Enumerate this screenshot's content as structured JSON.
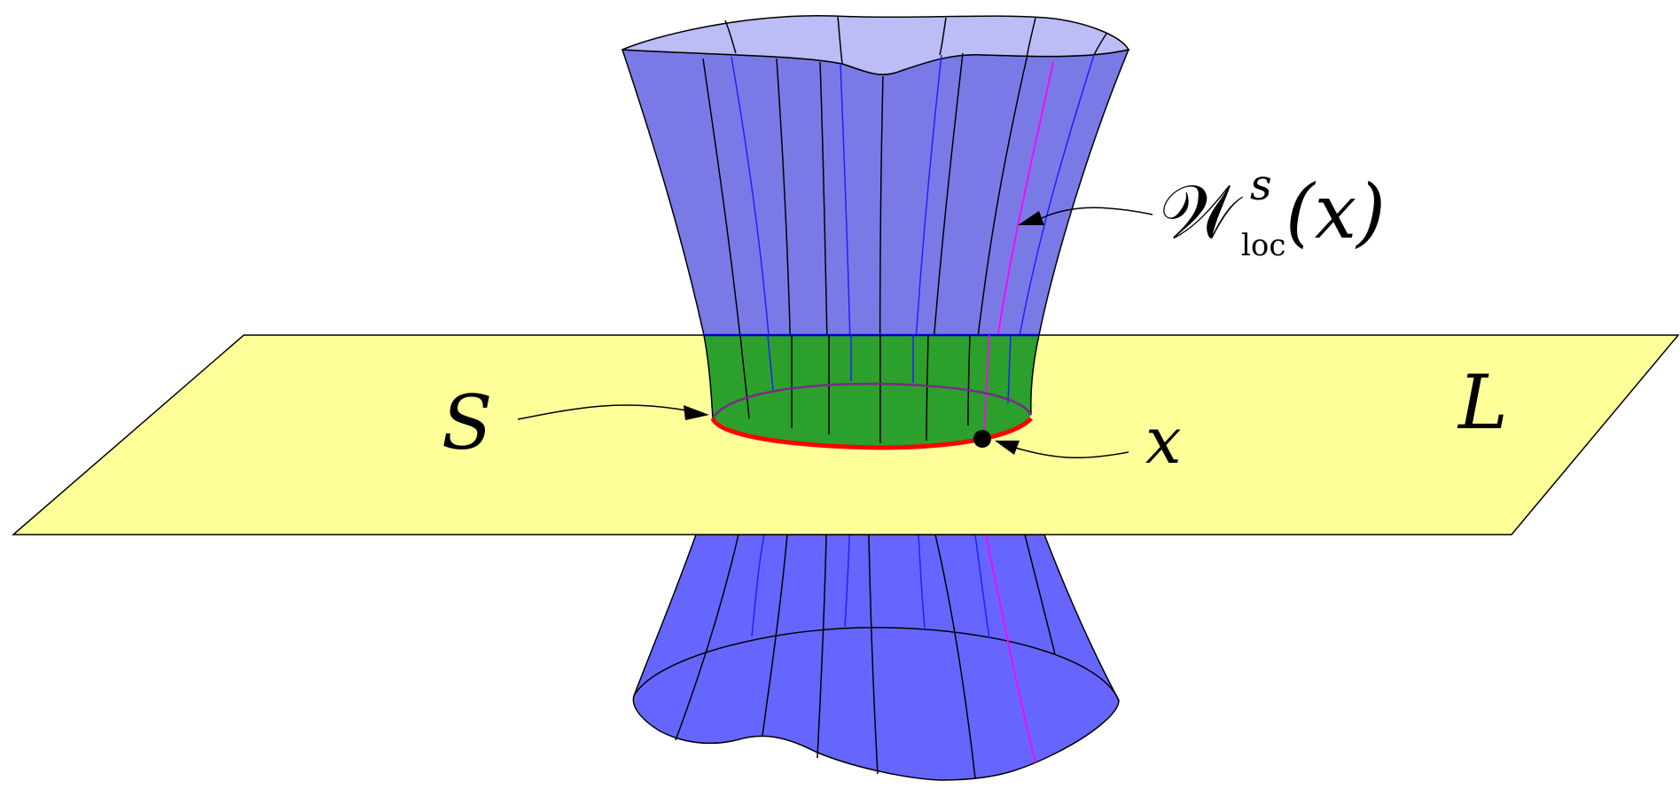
{
  "labels": {
    "S": "S",
    "L": "L",
    "x": "x",
    "W_symbol": "𝒲",
    "W_superscript": "s",
    "W_subscript": "loc",
    "W_argument": "(x)"
  },
  "colors": {
    "plane_fill": "#ffff99",
    "upper_tube_fill": "#7a7ae6",
    "upper_tube_top": "#bcbcf7",
    "lower_tube_fill": "#6666ff",
    "band_fill": "#2ca02c",
    "circle_S": "#ff0000",
    "leaf_black": "#000000",
    "leaf_blue": "#2020ff",
    "leaf_magenta": "#ff00ff",
    "point_x": "#000000"
  }
}
